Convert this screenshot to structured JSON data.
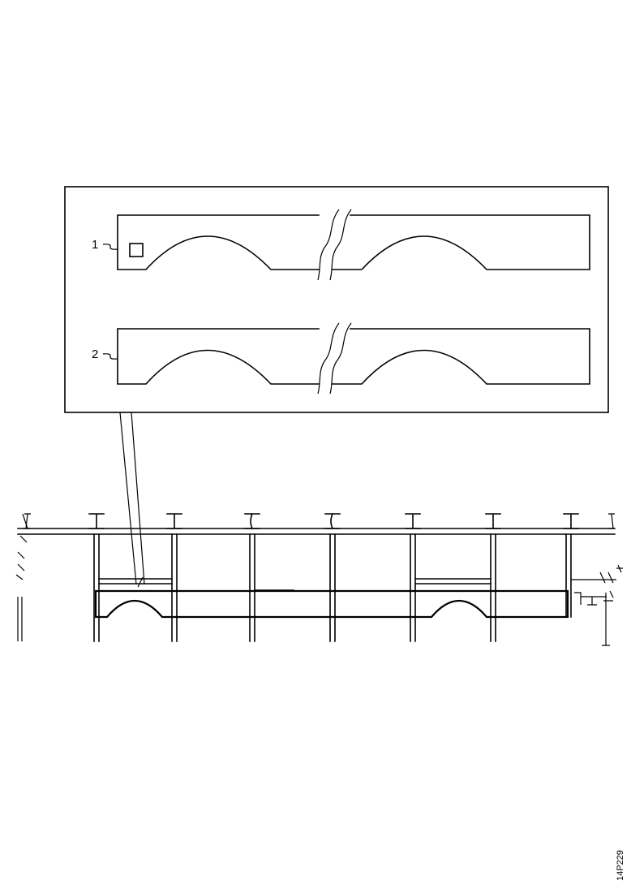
{
  "detail": {
    "callout_1": "1",
    "callout_2": "2"
  },
  "figure_ref": "14P229"
}
